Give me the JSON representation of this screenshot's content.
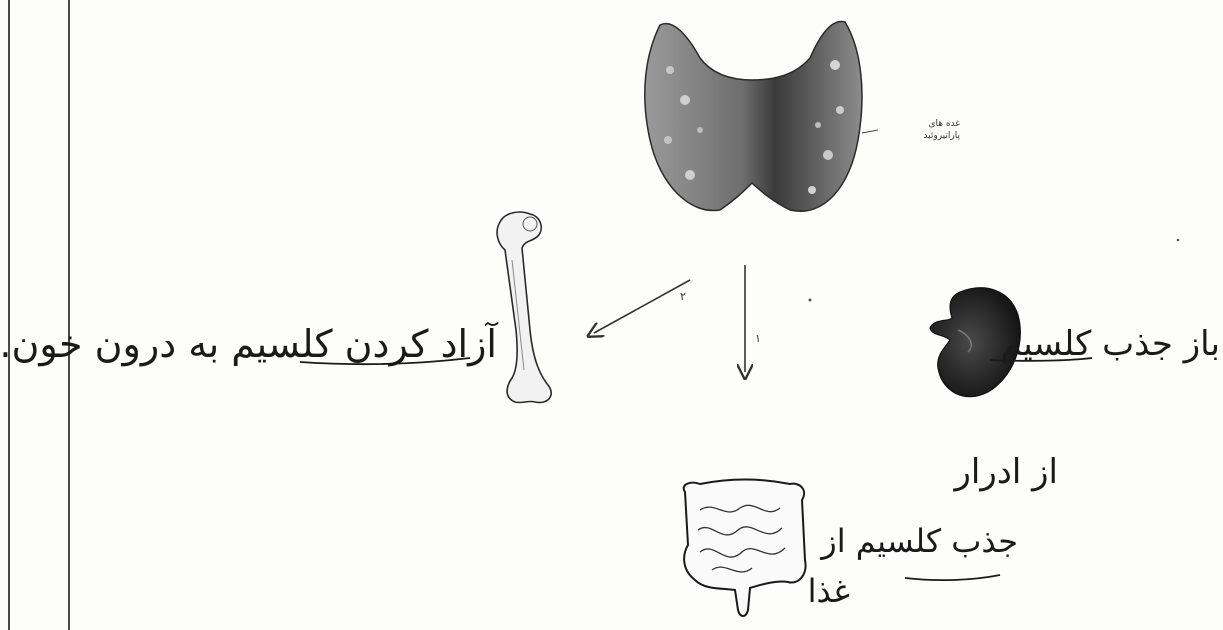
{
  "labels": {
    "left_text": "آزاد کردن کلسیم به درون خون.",
    "right_text": "باز جذب کلسیم",
    "urine_text": "از ادرار",
    "intestine_text": "جذب کلسیم از",
    "food_text": "غذا",
    "thyroid_note_line1": "غده های",
    "thyroid_note_line2": "پاراتیروئید",
    "arrow_label_left": "۲",
    "arrow_label_down": "۱"
  },
  "colors": {
    "ink": "#1a1a1a",
    "pencil": "#333333",
    "paper": "#fdfdfc"
  },
  "icons": {
    "thyroid": "thyroid-gland-icon",
    "bone": "femur-bone-icon",
    "kidney": "kidney-icon",
    "intestine": "intestine-icon"
  }
}
